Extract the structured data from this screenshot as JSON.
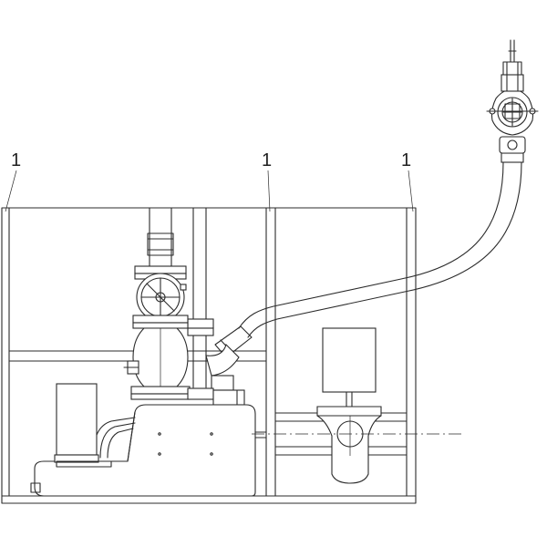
{
  "callouts": {
    "left": "1",
    "middle": "1",
    "right": "1"
  },
  "colors": {
    "stroke": "#2b2b2b",
    "background": "#ffffff"
  }
}
